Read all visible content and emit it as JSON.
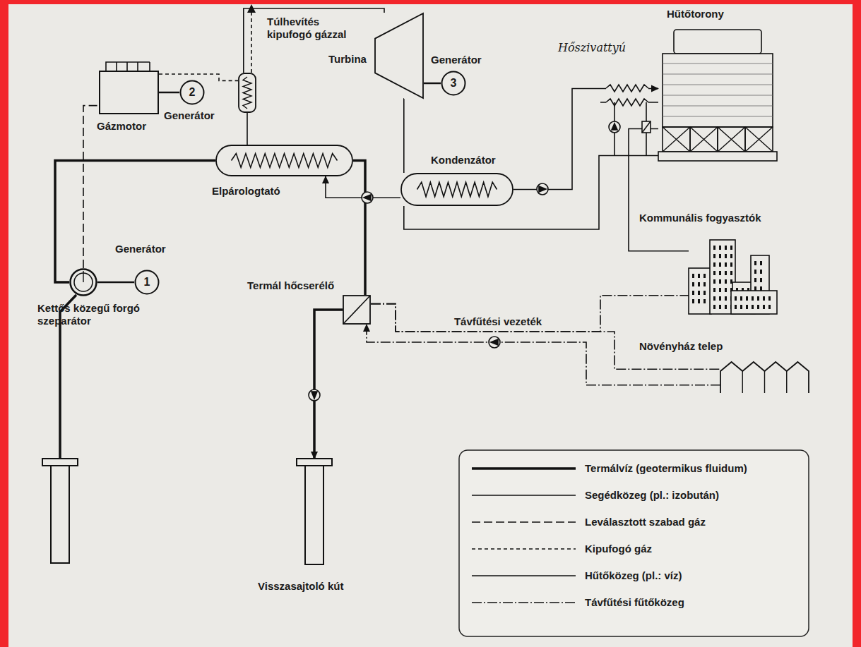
{
  "diagram": {
    "nodes": [
      {
        "text": [
          "Gázmotor"
        ]
      },
      {
        "text": [
          "2",
          "Generátor"
        ]
      },
      {
        "text": [
          "Túlhevítés kipufogó gázzal"
        ]
      },
      {
        "text": [
          "Turbina"
        ]
      },
      {
        "text": [
          "3",
          "Generátor"
        ]
      },
      {
        "text": [
          "Hűtőtorony"
        ]
      },
      {
        "text": [
          "Elpárologtató"
        ]
      },
      {
        "text": [
          "Kondenzátor"
        ]
      },
      {
        "text": [
          "Kommunális fogyasztók"
        ]
      },
      {
        "text": [
          "Kettős közegű forgó szeparátor"
        ]
      },
      {
        "text": [
          "1",
          "Generátor"
        ]
      },
      {
        "text": [
          "Termál hőcserélő"
        ]
      },
      {
        "text": [
          "Növényház telep"
        ]
      },
      {
        "text": [
          "Visszasajtoló kút"
        ]
      }
    ],
    "edges": [
      {
        "from": 9,
        "to": 6,
        "arrow": "none"
      },
      {
        "from": 6,
        "to": 11,
        "arrow": "none"
      },
      {
        "from": 11,
        "to": 13,
        "arrow": "to"
      },
      {
        "from": 9,
        "to": 0,
        "arrow": "none"
      },
      {
        "from": 0,
        "to": 1,
        "arrow": "none"
      },
      {
        "from": 0,
        "to": 2,
        "arrow": "none"
      },
      {
        "from": 6,
        "to": 2,
        "arrow": "none"
      },
      {
        "from": 2,
        "to": 3,
        "arrow": "none"
      },
      {
        "from": 3,
        "to": 4,
        "arrow": "none"
      },
      {
        "from": 3,
        "to": 7,
        "arrow": "none"
      },
      {
        "from": 7,
        "to": 6,
        "arrow": "to"
      },
      {
        "from": 7,
        "to": 5,
        "arrow": "to"
      },
      {
        "from": 5,
        "to": 7,
        "arrow": "none"
      },
      {
        "from": 11,
        "to": 8,
        "label": "Távfűtési vezeték",
        "arrow": "none"
      },
      {
        "from": 12,
        "to": 11,
        "arrow": "to"
      },
      {
        "from": 5,
        "to": 8,
        "arrow": "none"
      },
      {
        "from": 9,
        "to": 10,
        "arrow": "none"
      },
      {
        "from": 11,
        "to": 12,
        "arrow": "none"
      }
    ],
    "labels": [
      "Hőszivattyú"
    ],
    "legend": [
      {
        "text": "Termálvíz (geotermikus fluidum)"
      },
      {
        "text": "Segédközeg (pl.: izobután)"
      },
      {
        "text": "Leválasztott szabad gáz"
      },
      {
        "text": "Kipufogó gáz"
      },
      {
        "text": "Hűtőközeg (pl.: víz)"
      },
      {
        "text": "Távfűtési fűtőközeg"
      }
    ]
  }
}
